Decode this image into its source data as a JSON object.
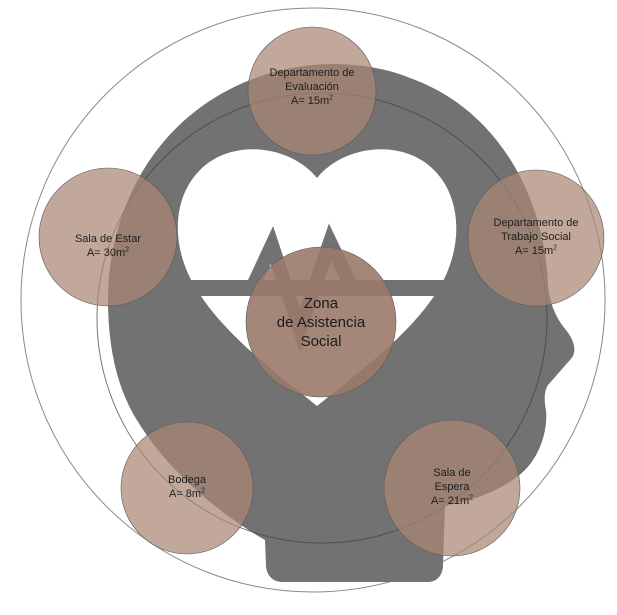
{
  "colors": {
    "head": "#727272",
    "node_fill": "#a98775",
    "center_fill": "#9b7a6a",
    "ring": "#8a8a8a",
    "heart": "#ffffff"
  },
  "icons": [
    "head-silhouette-icon",
    "heart-icon",
    "heartbeat-line-icon"
  ],
  "center": {
    "line1": "Zona",
    "line2": "de Asistencia",
    "line3": "Social"
  },
  "nodes": {
    "evaluacion": {
      "line1": "Departamento de",
      "line2": "Evaluación",
      "area": "A= 15m",
      "unit_exp": "2"
    },
    "trabajo_social": {
      "line1": "Departamento de",
      "line2": "Trabajo Social",
      "area": "A= 15m",
      "unit_exp": "2"
    },
    "sala_estar": {
      "line1": "Sala de Estar",
      "area": "A= 30m",
      "unit_exp": "2"
    },
    "bodega": {
      "line1": "Bodega",
      "area": "A= 8m",
      "unit_exp": "2"
    },
    "sala_espera": {
      "line1": "Sala de",
      "line2": "Espera",
      "area": "A= 21m",
      "unit_exp": "2"
    }
  }
}
